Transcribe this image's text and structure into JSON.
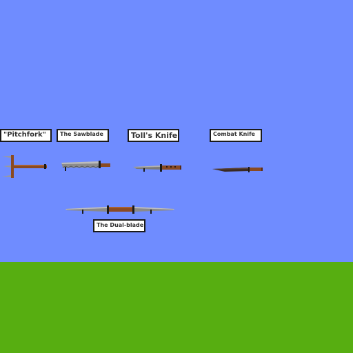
{
  "scene": {
    "sky_color": "#6f8cff",
    "ground_color": "#57ae11"
  },
  "weapons": [
    {
      "id": "pitchfork",
      "label": "\"Pitchfork\"",
      "icon": "pitchfork-icon"
    },
    {
      "id": "sawblade",
      "label": "The Sawblade",
      "icon": "saw-blade-knife-icon"
    },
    {
      "id": "tolls_knife",
      "label": "Toll's Knife",
      "icon": "knife-icon"
    },
    {
      "id": "combat_knife",
      "label": "Combat Knife",
      "icon": "combat-knife-icon"
    },
    {
      "id": "dual_blade",
      "label": "The Dual-blade",
      "icon": "dual-blade-icon"
    }
  ],
  "colors": {
    "label_bg": "#ffffff",
    "label_border": "#1a1a1a",
    "label_text": "#333333",
    "wood": "#8a4a22",
    "steel": "#8a8a8a"
  }
}
